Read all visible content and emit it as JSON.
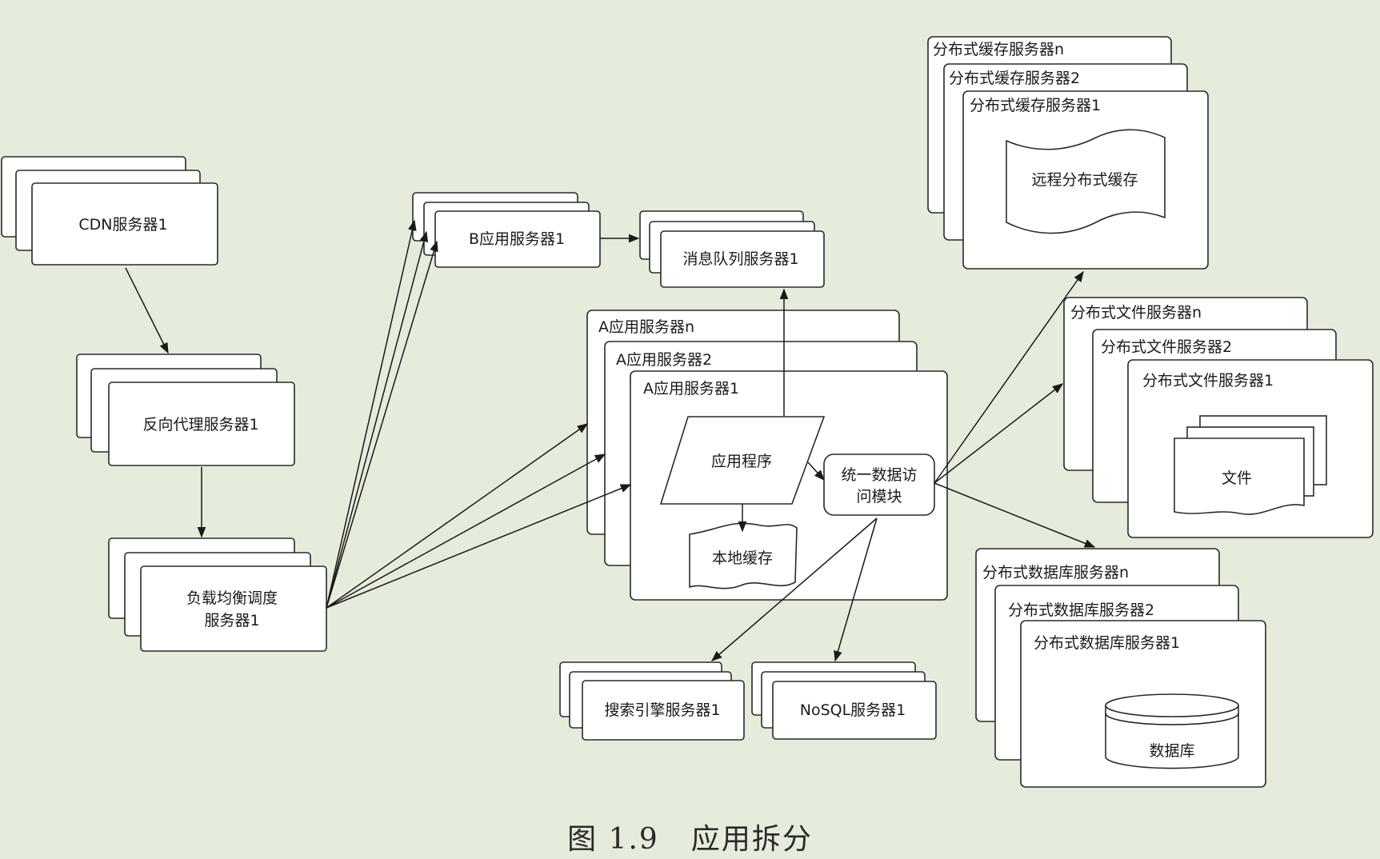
{
  "caption": {
    "figure": "图 1.9",
    "title": "应用拆分"
  },
  "nodes": {
    "cdn": "CDN服务器1",
    "reverse_proxy": "反向代理服务器1",
    "lb_line1": "负载均衡调度",
    "lb_line2": "服务器1",
    "b_app": "B应用服务器1",
    "mq": "消息队列服务器1",
    "a_app_n": "A应用服务器n",
    "a_app_2": "A应用服务器2",
    "a_app_1": "A应用服务器1",
    "app_program": "应用程序",
    "local_cache": "本地缓存",
    "data_access_line1": "统一数据访",
    "data_access_line2": "问模块",
    "search": "搜索引擎服务器1",
    "nosql": "NoSQL服务器1",
    "cache_n": "分布式缓存服务器n",
    "cache_2": "分布式缓存服务器2",
    "cache_1": "分布式缓存服务器1",
    "remote_cache": "远程分布式缓存",
    "file_n": "分布式文件服务器n",
    "file_2": "分布式文件服务器2",
    "file_1": "分布式文件服务器1",
    "file_doc": "文件",
    "db_n": "分布式数据库服务器n",
    "db_2": "分布式数据库服务器2",
    "db_1": "分布式数据库服务器1",
    "database": "数据库"
  }
}
